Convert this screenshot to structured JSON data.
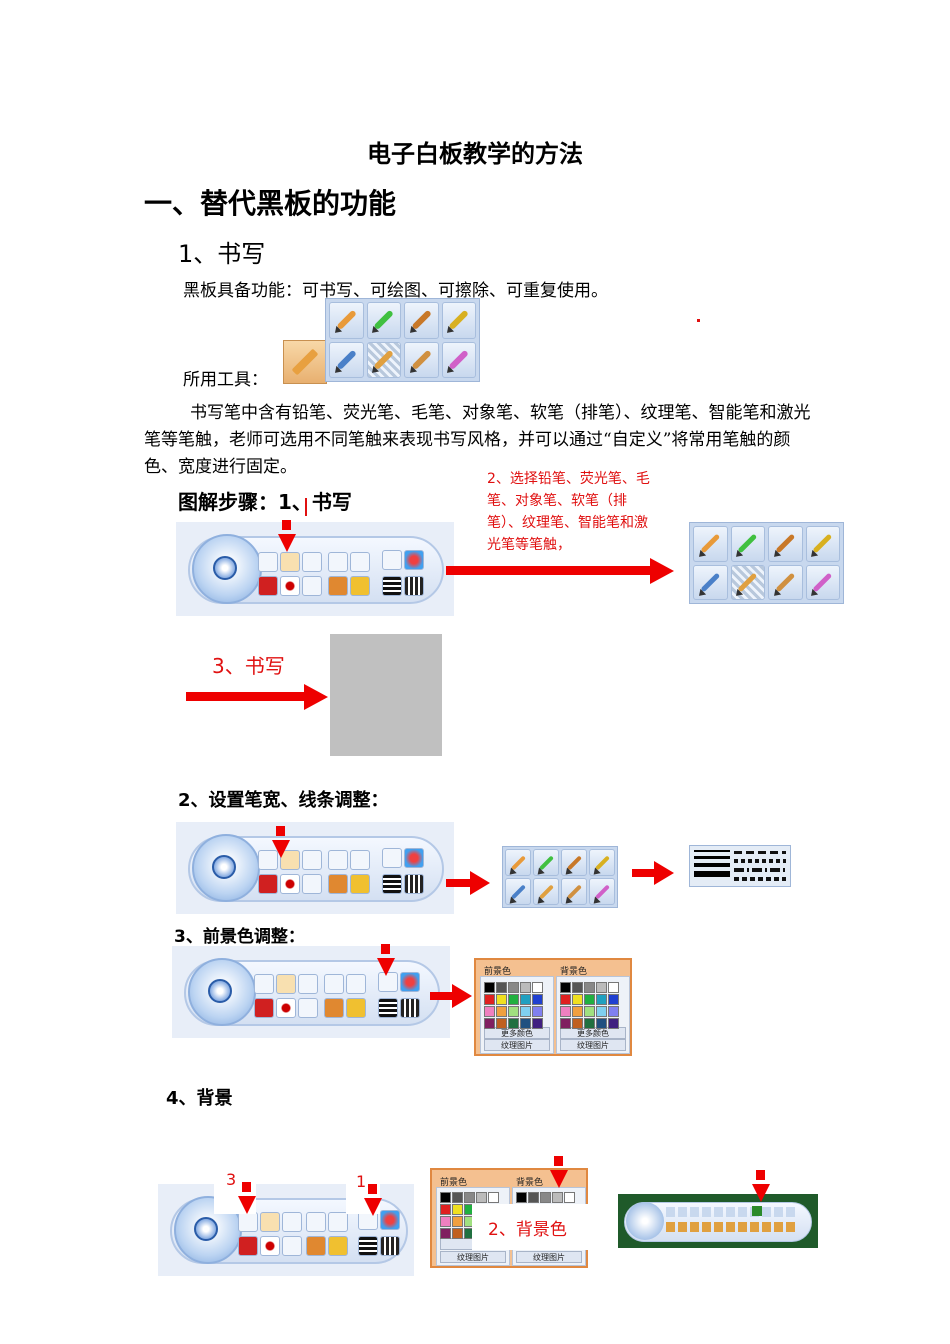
{
  "doc": {
    "title": "电子白板教学的方法",
    "section1": "一、替代黑板的功能",
    "sub1": "1、书写",
    "line1": "黑板具备功能：可书写、可绘图、可擦除、可重复使用。",
    "tools_label": "所用工具：",
    "para": "书写笔中含有铅笔、荧光笔、毛笔、对象笔、软笔（排笔）、纹理笔、智能笔和激光笔等笔触，老师可选用不同笔触来表现书写风格，并可以通过“自定义”将常用笔触的颜色、宽度进行固定。",
    "steps_title": "图解步骤：1、书写",
    "step2_note": "2、选择铅笔、荧光笔、毛笔、对象笔、软笔（排笔）、纹理笔、智能笔和激光笔等笔触，",
    "step3_label": "3、书写",
    "sub2": "2、设置笔宽、线条调整：",
    "sub3": "3、前景色调整：",
    "sub4": "4、背景",
    "bg_marker3": "3",
    "bg_marker1": "1",
    "bg_step2": "2、背景色"
  },
  "palette": {
    "fg_tab": "前景色",
    "bg_tab": "背景色",
    "more_colors": "更多颜色",
    "texture": "纹理图片"
  },
  "colors": {
    "arrow_red": "#ee0000",
    "note_red": "#e01010",
    "toolbar_blue": "#c8d8ee",
    "green_board": "#1f5a2a",
    "palette_border": "#e08840"
  },
  "icons": [
    "pencil-icon",
    "highlighter-icon",
    "brush-icon",
    "object-pen-icon",
    "soft-pen-icon",
    "texture-pen-icon",
    "smart-pen-icon",
    "laser-pen-icon",
    "new-page-icon",
    "eraser-icon",
    "line-width-icon",
    "color-icon"
  ]
}
